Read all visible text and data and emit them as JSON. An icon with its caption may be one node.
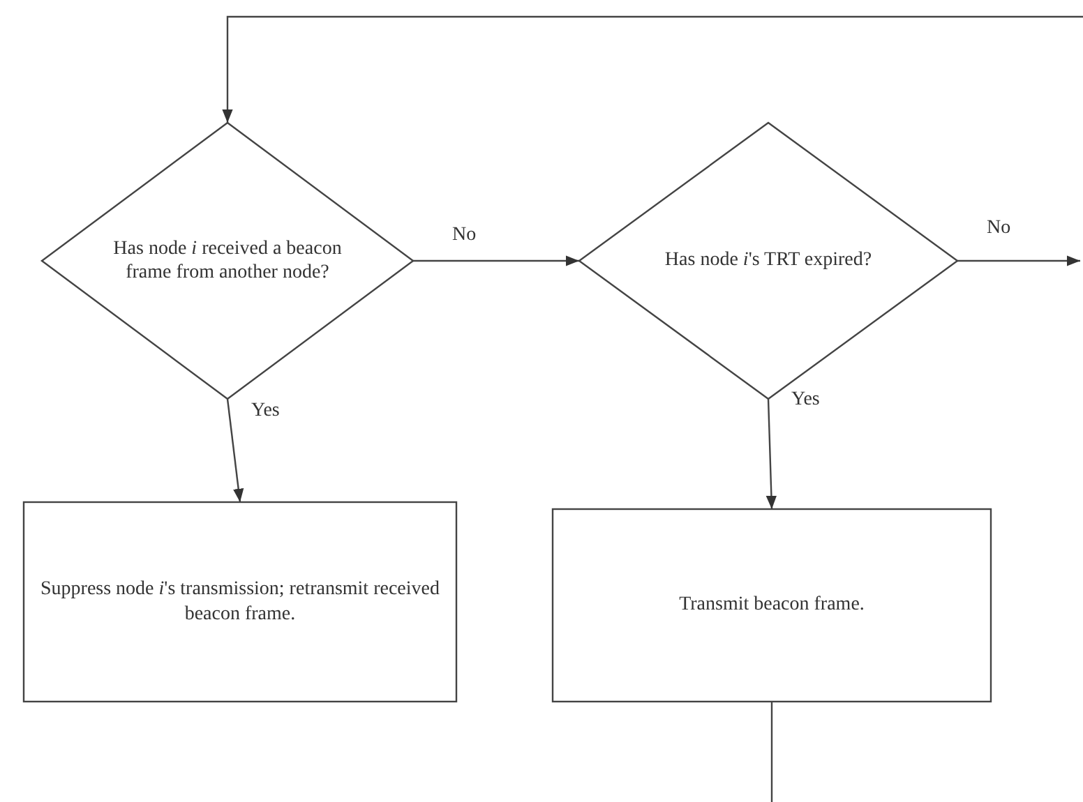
{
  "diagram": {
    "nodes": [
      {
        "text": [
          "Has node *i* received a beacon frame from another node?"
        ]
      },
      {
        "text": [
          "Has node *i*'s TRT expired?"
        ]
      },
      {
        "text": [
          "Suppress node *i*'s transmission; retransmit received beacon frame."
        ]
      },
      {
        "text": [
          "Transmit beacon frame."
        ]
      }
    ],
    "edges": [
      {
        "from": 0,
        "to": 1,
        "arrow": "to",
        "label": "No"
      },
      {
        "from": 1,
        "to": null,
        "arrow": "to",
        "label": "No"
      },
      {
        "from": 0,
        "to": 2,
        "arrow": "to",
        "label": "Yes"
      },
      {
        "from": 1,
        "to": 3,
        "arrow": "to",
        "label": "Yes"
      },
      {
        "from": 3,
        "to": null,
        "arrow": "none"
      },
      {
        "from": null,
        "to": 0,
        "arrow": "to"
      }
    ]
  }
}
